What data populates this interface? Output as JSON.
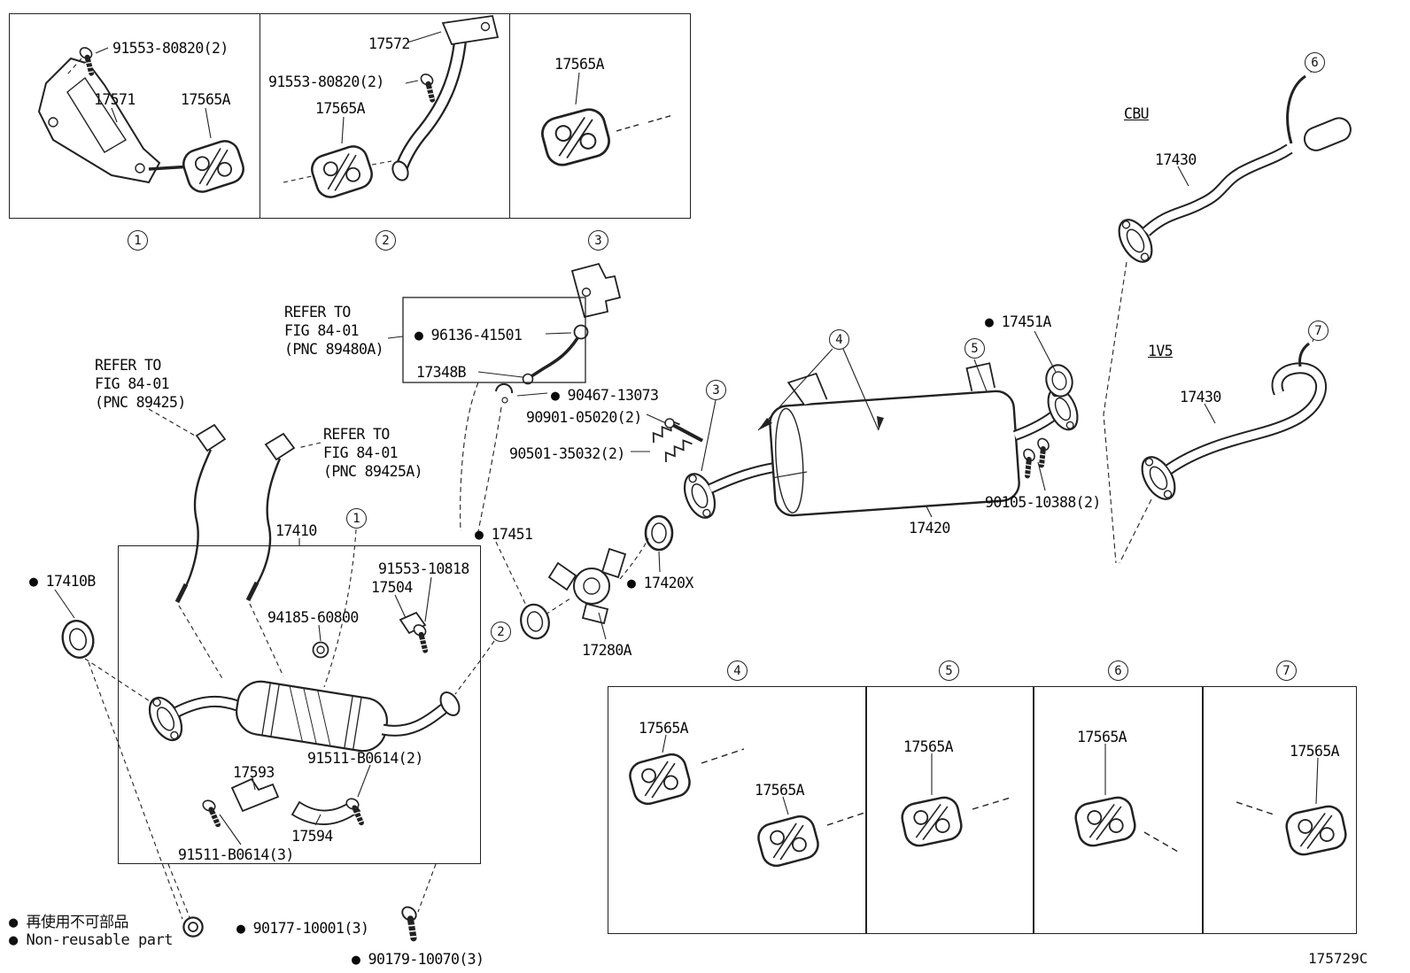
{
  "diagram": {
    "code": "175729C",
    "legend_jp": "● 再使用不可部品",
    "legend_en": "● Non-reusable part",
    "colors": {
      "line": "#222222",
      "background": "#ffffff"
    }
  },
  "labels": {
    "b1_screw": "91553-80820(2)",
    "b1_bracket": "17571",
    "b1_hanger": "17565A",
    "b2_pipe": "17572",
    "b2_screw": "91553-80820(2)",
    "b2_hanger": "17565A",
    "b3_hanger": "17565A",
    "sensor_96136": "● 96136-41501",
    "pipe_17348b": "17348B",
    "clamp_90467": "● 90467-13073",
    "bolt_90901": "90901-05020(2)",
    "spring_90501": "90501-35032(2)",
    "gasket_17451a": "● 17451A",
    "cbu": "CBU",
    "tailpipe_cbu": "17430",
    "iv5": "1V5",
    "tailpipe_1v5": "17430",
    "bolt_90105": "90105-10388(2)",
    "muffler": "17420",
    "front_pipe": "17410",
    "bolt_91553_10818": "91553-10818",
    "clamp_17504": "17504",
    "gasket_17410b": "● 17410B",
    "nut_94185": "94185-60800",
    "gasket_17451": "● 17451",
    "ring_17420x": "● 17420X",
    "valve_17280a": "17280A",
    "bracket_17593": "17593",
    "bolt_91511_2": "91511-B0614(2)",
    "bracket_17594": "17594",
    "bolt_91511_3": "91511-B0614(3)",
    "nut_90177": "● 90177-10001(3)",
    "bolt_90179": "● 90179-10070(3)",
    "ins4_hanger1": "17565A",
    "ins4_hanger2": "17565A",
    "ins5_hanger": "17565A",
    "ins6_hanger": "17565A",
    "ins7_hanger": "17565A"
  },
  "refer_notes": {
    "pnc_89480a": "REFER TO\nFIG 84-01\n(PNC 89480A)",
    "pnc_89425": "REFER TO\nFIG 84-01\n(PNC 89425)",
    "pnc_89425a": "REFER TO\nFIG 84-01\n(PNC 89425A)"
  },
  "callouts": {
    "box1": "1",
    "box2": "2",
    "box3": "3",
    "cat_front": "1",
    "cat_rear": "2",
    "muffler_front": "3",
    "muffler_hangers": "4",
    "muffler_rear": "5",
    "tail_cbu": "6",
    "tail_1v5": "7",
    "inset4": "4",
    "inset5": "5",
    "inset6": "6",
    "inset7": "7"
  }
}
